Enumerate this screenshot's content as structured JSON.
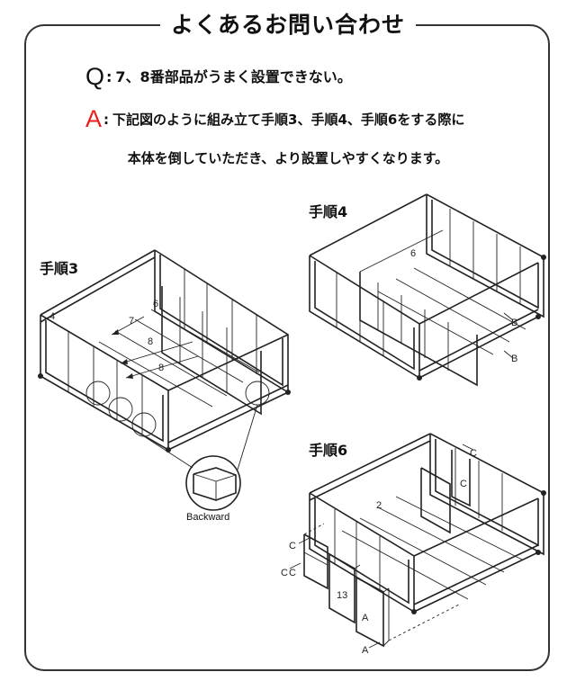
{
  "title": "よくあるお問い合わせ",
  "question": {
    "mark": "Q",
    "colon": ":",
    "text": "7、8番部品がうまく設置できない。"
  },
  "answer": {
    "mark": "A",
    "colon": ":",
    "text_line1": "下記図のように組み立て手順3、手順4、手順6をする際に",
    "text_line2": "本体を倒していただき、より設置しやすくなります。"
  },
  "steps": [
    {
      "label": "手順3"
    },
    {
      "label": "手順4"
    },
    {
      "label": "手順6"
    }
  ],
  "step3_parts": {
    "p4": "4",
    "p6": "6",
    "p7": "7",
    "p8a": "8",
    "p8b": "8",
    "backward": "Backward"
  },
  "step4_parts": {
    "p6": "6",
    "b1": "B",
    "b2": "B"
  },
  "step6_parts": {
    "p2": "2",
    "p13": "13",
    "c1": "C",
    "c2": "C",
    "c3": "C",
    "c4": "C",
    "c5": "C",
    "a1": "A",
    "a2": "A"
  },
  "colors": {
    "accent_answer": "#e8211c",
    "line": "#222222",
    "border": "#333333"
  }
}
